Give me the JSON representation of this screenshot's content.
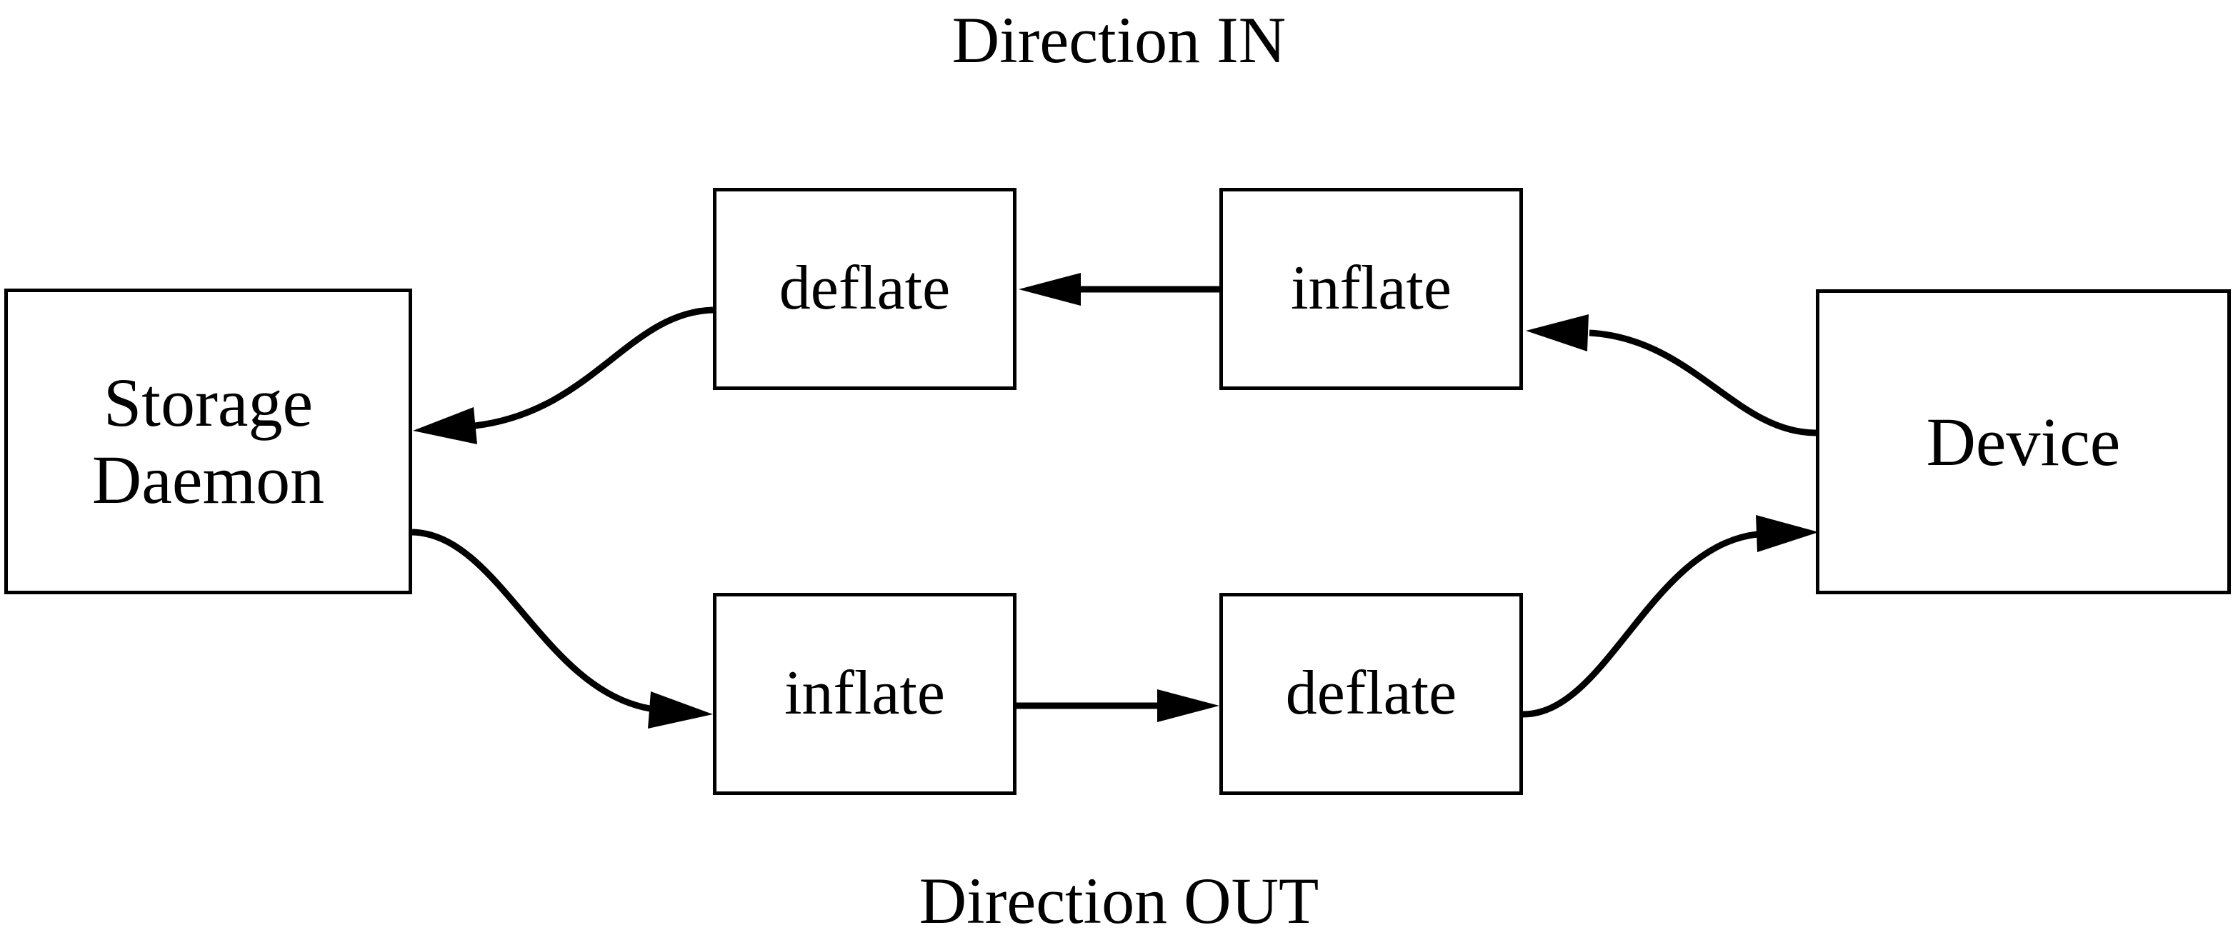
{
  "diagram": {
    "title_top": "Direction IN",
    "title_bottom": "Direction OUT",
    "stroke_color": "#000000",
    "background_color": "#ffffff",
    "nodes": [
      {
        "id": "storage-daemon",
        "label_line1": "Storage",
        "label_line2": "Daemon"
      },
      {
        "id": "device",
        "label_line1": "Device",
        "label_line2": ""
      },
      {
        "id": "deflate-in",
        "label_line1": "deflate",
        "label_line2": ""
      },
      {
        "id": "inflate-in",
        "label_line1": "inflate",
        "label_line2": ""
      },
      {
        "id": "inflate-out",
        "label_line1": "inflate",
        "label_line2": ""
      },
      {
        "id": "deflate-out",
        "label_line1": "deflate",
        "label_line2": ""
      }
    ],
    "edges": [
      {
        "id": "device-to-inflate-in",
        "from": "Device",
        "to": "inflate",
        "style": "curved",
        "direction": "right-to-left"
      },
      {
        "id": "inflate-in-to-deflate-in",
        "from": "inflate",
        "to": "deflate",
        "style": "straight",
        "direction": "right-to-left"
      },
      {
        "id": "deflate-in-to-storage",
        "from": "deflate",
        "to": "Storage Daemon",
        "style": "curved",
        "direction": "right-to-left"
      },
      {
        "id": "storage-to-inflate-out",
        "from": "Storage Daemon",
        "to": "inflate",
        "style": "curved",
        "direction": "left-to-right"
      },
      {
        "id": "inflate-out-to-deflate-out",
        "from": "inflate",
        "to": "deflate",
        "style": "straight",
        "direction": "left-to-right"
      },
      {
        "id": "deflate-out-to-device",
        "from": "deflate",
        "to": "Device",
        "style": "curved",
        "direction": "left-to-right"
      }
    ]
  }
}
